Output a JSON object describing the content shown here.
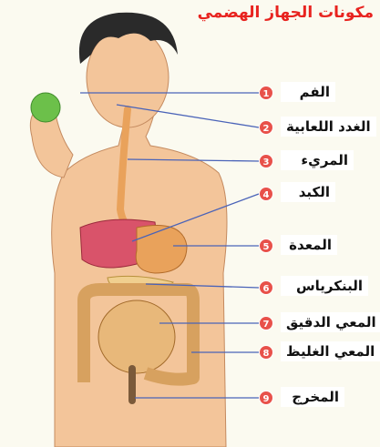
{
  "title": "مكونات الجهاز الهضمي",
  "colors": {
    "title": "#e8231f",
    "marker": "#e8514a",
    "line": "#4a63b8",
    "skin": "#f3c59a",
    "liver": "#d9536a",
    "stomach": "#e9a25b",
    "intestine": "#e8b87a"
  },
  "labels": [
    {
      "number": "1",
      "text": "الفم"
    },
    {
      "number": "2",
      "text": "الغدد اللعابية"
    },
    {
      "number": "3",
      "text": "المريء"
    },
    {
      "number": "4",
      "text": "الكبد"
    },
    {
      "number": "5",
      "text": "المعدة"
    },
    {
      "number": "6",
      "text": "البنكرياس"
    },
    {
      "number": "7",
      "text": "المعي الدقيق"
    },
    {
      "number": "8",
      "text": "المعي الغليظ"
    },
    {
      "number": "9",
      "text": "المخرج"
    }
  ]
}
